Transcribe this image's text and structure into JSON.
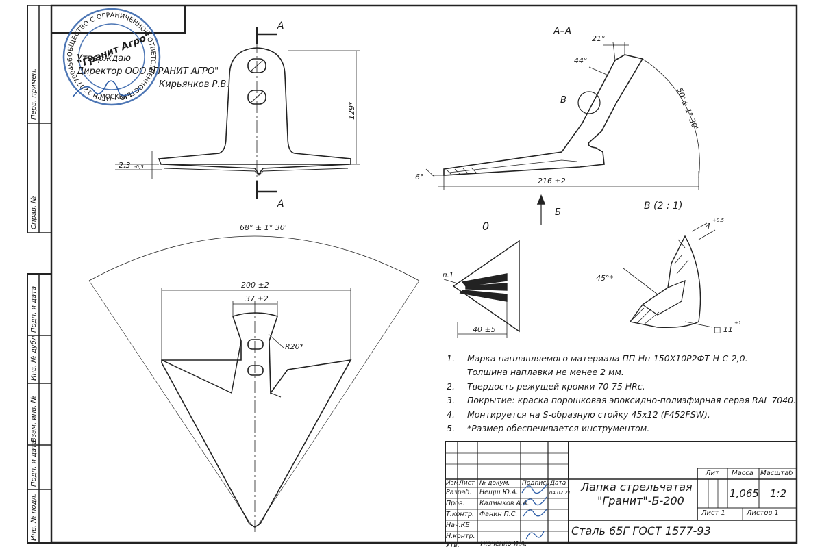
{
  "stamp": {
    "ring_text": "ОБЩЕСТВО С ОГРАНИЧЕННОЙ ОТВЕТСТВЕННОСТЬЮ • ОГРН 1207700456558 •",
    "center_text": "\"Гранит Агро\"",
    "bottom_text": "• МОСКВА •"
  },
  "approval": {
    "line1": "Утверждаю",
    "line2": "Директор ООО \"ГРАНИТ АГРО\"",
    "line3": "Кирьянков Р.В."
  },
  "side_strip": {
    "top_label": "Перв. примен.",
    "ref_label": "Справ. №",
    "labels": [
      "Подп. и дата",
      "Инв. № дубл.",
      "Взам. инв. №",
      "Подп. и дата",
      "Инв. № подл."
    ]
  },
  "front_view": {
    "section_letter_top": "A",
    "section_letter_bottom": "A",
    "height_dim": "129*",
    "thickness_dim": "2,3",
    "thickness_tol": "-0,5"
  },
  "section_view": {
    "title": "А–А",
    "angle_top": "21°",
    "angle_44": "44°",
    "detail_label": "В",
    "angle_50": "50°± 1° 30'",
    "angle_6": "6°",
    "length_dim": "216 ±2",
    "view_arrow_label": "Б"
  },
  "detail_view": {
    "title": "В (2 : 1)",
    "dim_4": "4",
    "dim_4_tol": "+0,5",
    "angle_45": "45°*",
    "dim_11": "□ 11",
    "dim_11_tol": "+1"
  },
  "zero_view": {
    "label": "0",
    "leader": "п.1",
    "dim_40": "40 ±5"
  },
  "plan_view": {
    "angle_dim": "68° ± 1° 30'",
    "width_dim": "200 ±2",
    "slot_dim": "37 ±2",
    "radius_dim": "R20*"
  },
  "notes": [
    {
      "num": "1.",
      "text": "Марка наплавляемого материала ПП-Нп-150Х10Р2ФТ-Н-С-2,0."
    },
    {
      "num": "",
      "text": "Толщина наплавки не менее 2 мм."
    },
    {
      "num": "2.",
      "text": "Твердость режущей кромки 70-75 HRc."
    },
    {
      "num": "3.",
      "text": "Покрытие: краска порошковая эпоксидно-полиэфирная серая RAL 7040."
    },
    {
      "num": "4.",
      "text": "Монтируется на S-образную стойку 45х12 (F452FSW)."
    },
    {
      "num": "5.",
      "text": "*Размер обеспечивается инструментом."
    }
  ],
  "title_block": {
    "headers": [
      "Изм",
      "Лист",
      "№ докум.",
      "Подпись",
      "Дата"
    ],
    "rows": [
      {
        "role": "Разраб.",
        "name": "Нещш Ю.А.",
        "date": "04.02.21"
      },
      {
        "role": "Пров.",
        "name": "Калмыков А.А.",
        "date": ""
      },
      {
        "role": "Т.контр.",
        "name": "Фанин П.С.",
        "date": ""
      },
      {
        "role": "Нач.КБ",
        "name": "",
        "date": ""
      },
      {
        "role": "Н.контр.",
        "name": "",
        "date": ""
      },
      {
        "role": "Утв.",
        "name": "Ткаченко И.А.",
        "date": ""
      }
    ],
    "designation_line1": "Лапка стрельчатая",
    "designation_line2": "\"Гранит\"-Б-200",
    "material": "Сталь 65Г ГОСТ 1577-93",
    "lit_label": "Лит",
    "mass_label": "Масса",
    "scale_label": "Масштаб",
    "mass_value": "1,065",
    "scale_value": "1:2",
    "sheet_label": "Лист 1",
    "sheets_label": "Листов 1"
  }
}
